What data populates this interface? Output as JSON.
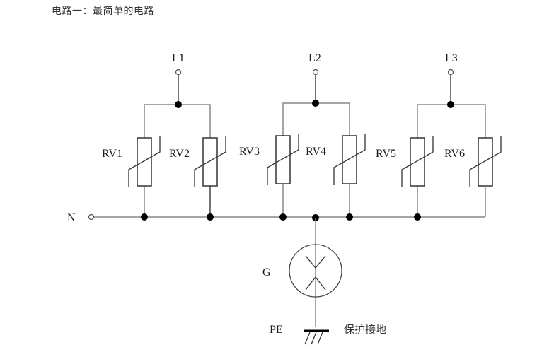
{
  "caption": "电路一：最简单的电路",
  "diagram": {
    "lines": [
      {
        "label": "L1",
        "varistors": [
          "RV1",
          "RV2"
        ]
      },
      {
        "label": "L2",
        "varistors": [
          "RV3",
          "RV4"
        ]
      },
      {
        "label": "L3",
        "varistors": [
          "RV5",
          "RV6"
        ]
      }
    ],
    "neutral_label": "N",
    "gas_tube_label": "G",
    "ground_label": "PE",
    "ground_note": "保护接地"
  }
}
